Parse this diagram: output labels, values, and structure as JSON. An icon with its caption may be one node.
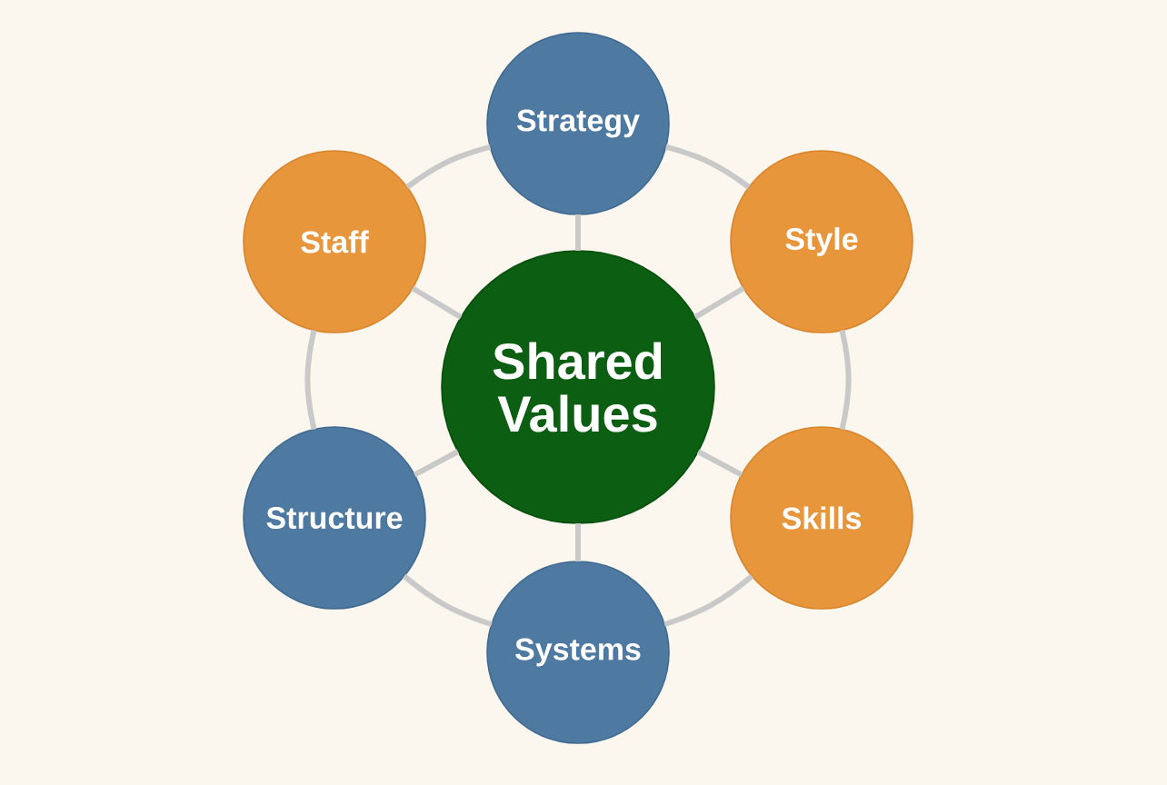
{
  "diagram": {
    "nodes": [
      {
        "text": [
          "Strategy"
        ]
      },
      {
        "text": [
          "Staff"
        ]
      },
      {
        "text": [
          "Style"
        ]
      },
      {
        "text": [
          "Shared Values"
        ]
      },
      {
        "text": [
          "Structure"
        ]
      },
      {
        "text": [
          "Skills"
        ]
      },
      {
        "text": [
          "Systems"
        ]
      }
    ],
    "edges": [
      {
        "from": 3,
        "to": 0,
        "arrow": "none"
      },
      {
        "from": 3,
        "to": 1,
        "arrow": "none"
      },
      {
        "from": 3,
        "to": 2,
        "arrow": "none"
      },
      {
        "from": 3,
        "to": 4,
        "arrow": "none"
      },
      {
        "from": 3,
        "to": 5,
        "arrow": "none"
      },
      {
        "from": 3,
        "to": 6,
        "arrow": "none"
      },
      {
        "from": 0,
        "to": 2,
        "arrow": "none"
      },
      {
        "from": 2,
        "to": 5,
        "arrow": "none"
      },
      {
        "from": 5,
        "to": 6,
        "arrow": "none"
      },
      {
        "from": 6,
        "to": 4,
        "arrow": "none"
      },
      {
        "from": 4,
        "to": 1,
        "arrow": "none"
      },
      {
        "from": 1,
        "to": 0,
        "arrow": "none"
      }
    ]
  }
}
